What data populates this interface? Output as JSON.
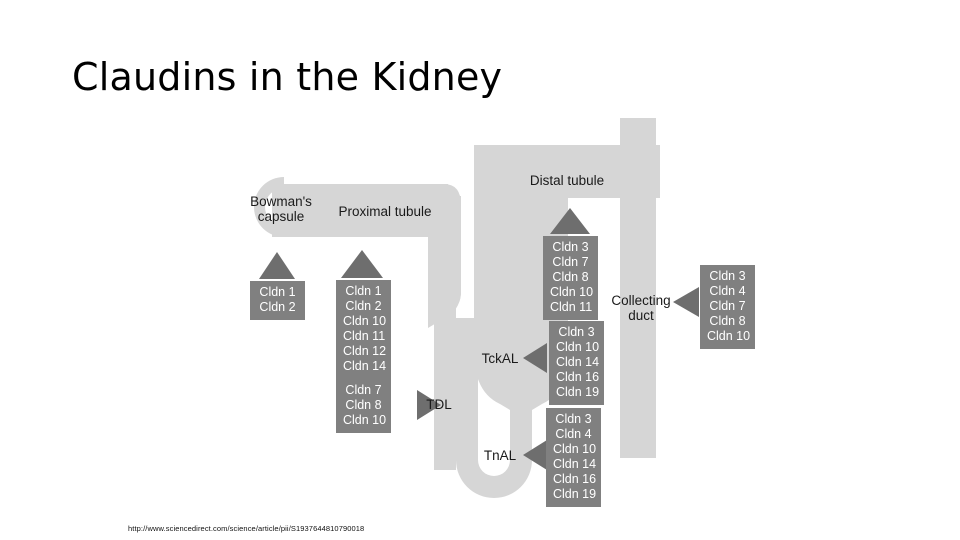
{
  "slide": {
    "title": "Claudins in the Kidney",
    "source_url": "http://www.sciencedirect.com/science/article/pii/S1937644810790018",
    "background_color": "#ffffff"
  },
  "colors": {
    "tubule_fill": "#d6d6d6",
    "box_fill": "#808080",
    "box_text": "#ffffff",
    "pointer_fill": "#6e6e6e",
    "label_text": "#1a1a1a",
    "title_text": "#000000"
  },
  "diagram": {
    "type": "nephron-schematic",
    "anatomy_labels": [
      {
        "id": "bowmans-capsule",
        "lines": [
          "Bowman's",
          "capsule"
        ]
      },
      {
        "id": "proximal-tubule",
        "lines": [
          "Proximal tubule"
        ]
      },
      {
        "id": "distal-tubule",
        "lines": [
          "Distal tubule"
        ]
      },
      {
        "id": "collecting-duct",
        "lines": [
          "Collecting",
          "duct"
        ]
      },
      {
        "id": "tdl",
        "lines": [
          "TDL"
        ]
      },
      {
        "id": "tckal",
        "lines": [
          "TckAL"
        ]
      },
      {
        "id": "tnal",
        "lines": [
          "TnAL"
        ]
      }
    ],
    "claudin_boxes": [
      {
        "id": "bowmans-capsule-claudins",
        "segment": "Bowman's capsule",
        "pointer": "up",
        "claudins": [
          "Cldn 1",
          "Cldn 2"
        ]
      },
      {
        "id": "proximal-tubule-claudins",
        "segment": "Proximal tubule",
        "pointer": "up",
        "claudins": [
          "Cldn 1",
          "Cldn 2",
          "Cldn 10",
          "Cldn 11",
          "Cldn 12",
          "Cldn 14"
        ]
      },
      {
        "id": "tdl-claudins",
        "segment": "TDL",
        "pointer": "right",
        "claudins": [
          "Cldn 7",
          "Cldn 8",
          "Cldn 10"
        ]
      },
      {
        "id": "distal-tubule-claudins",
        "segment": "Distal tubule",
        "pointer": "up",
        "claudins": [
          "Cldn 3",
          "Cldn 7",
          "Cldn 8",
          "Cldn 10",
          "Cldn 11"
        ]
      },
      {
        "id": "tckal-claudins",
        "segment": "TckAL",
        "pointer": "left",
        "claudins": [
          "Cldn 3",
          "Cldn 10",
          "Cldn 14",
          "Cldn 16",
          "Cldn 19"
        ]
      },
      {
        "id": "tnal-claudins",
        "segment": "TnAL",
        "pointer": "left",
        "claudins": [
          "Cldn 3",
          "Cldn 4",
          "Cldn 10",
          "Cldn 14",
          "Cldn 16",
          "Cldn 19"
        ]
      },
      {
        "id": "collecting-duct-claudins",
        "segment": "Collecting duct",
        "pointer": "left",
        "claudins": [
          "Cldn 3",
          "Cldn 4",
          "Cldn 7",
          "Cldn 8",
          "Cldn 10"
        ]
      }
    ]
  }
}
